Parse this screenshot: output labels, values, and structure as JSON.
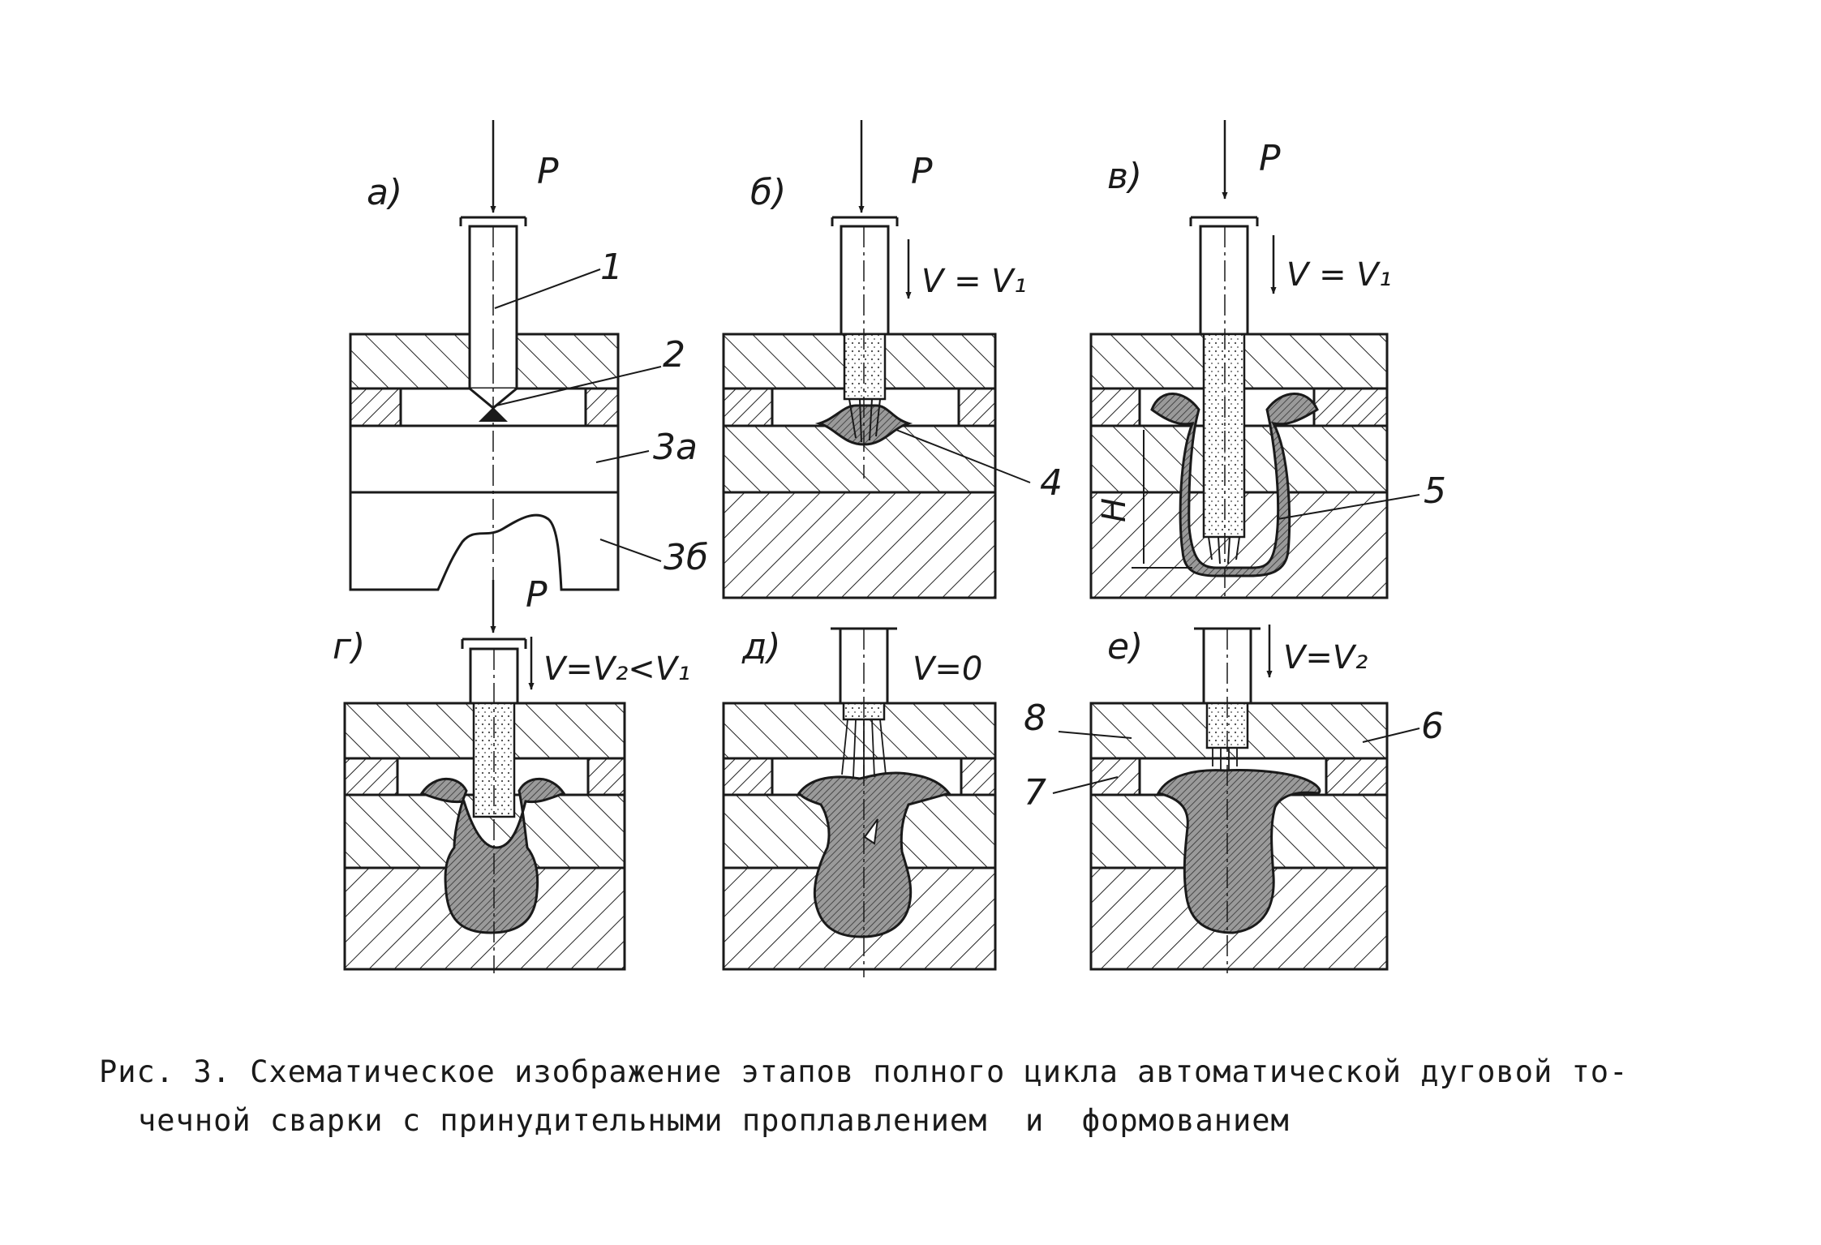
{
  "panels": [
    {
      "letter": "а)",
      "force": "P",
      "speed": ""
    },
    {
      "letter": "б)",
      "force": "P",
      "speed": "V = V₁"
    },
    {
      "letter": "в)",
      "force": "P",
      "speed": "V = V₁"
    },
    {
      "letter": "г)",
      "force": "P",
      "speed": "V=V₂<V₁"
    },
    {
      "letter": "д)",
      "force": "",
      "speed": "V=0"
    },
    {
      "letter": "е)",
      "force": "",
      "speed": "V=V₂"
    }
  ],
  "callouts": {
    "c1": "1",
    "c2": "2",
    "c3a": "3а",
    "c3b": "3б",
    "c4": "4",
    "c5": "5",
    "c6": "6",
    "c7": "7",
    "c8": "8",
    "h": "H"
  },
  "caption": {
    "line1": "Рис. 3. Схематическое изображение этапов полного цикла автоматической дуговой то-",
    "line2": "чечной сварки с принудительными проплавлением  и  формованием"
  }
}
